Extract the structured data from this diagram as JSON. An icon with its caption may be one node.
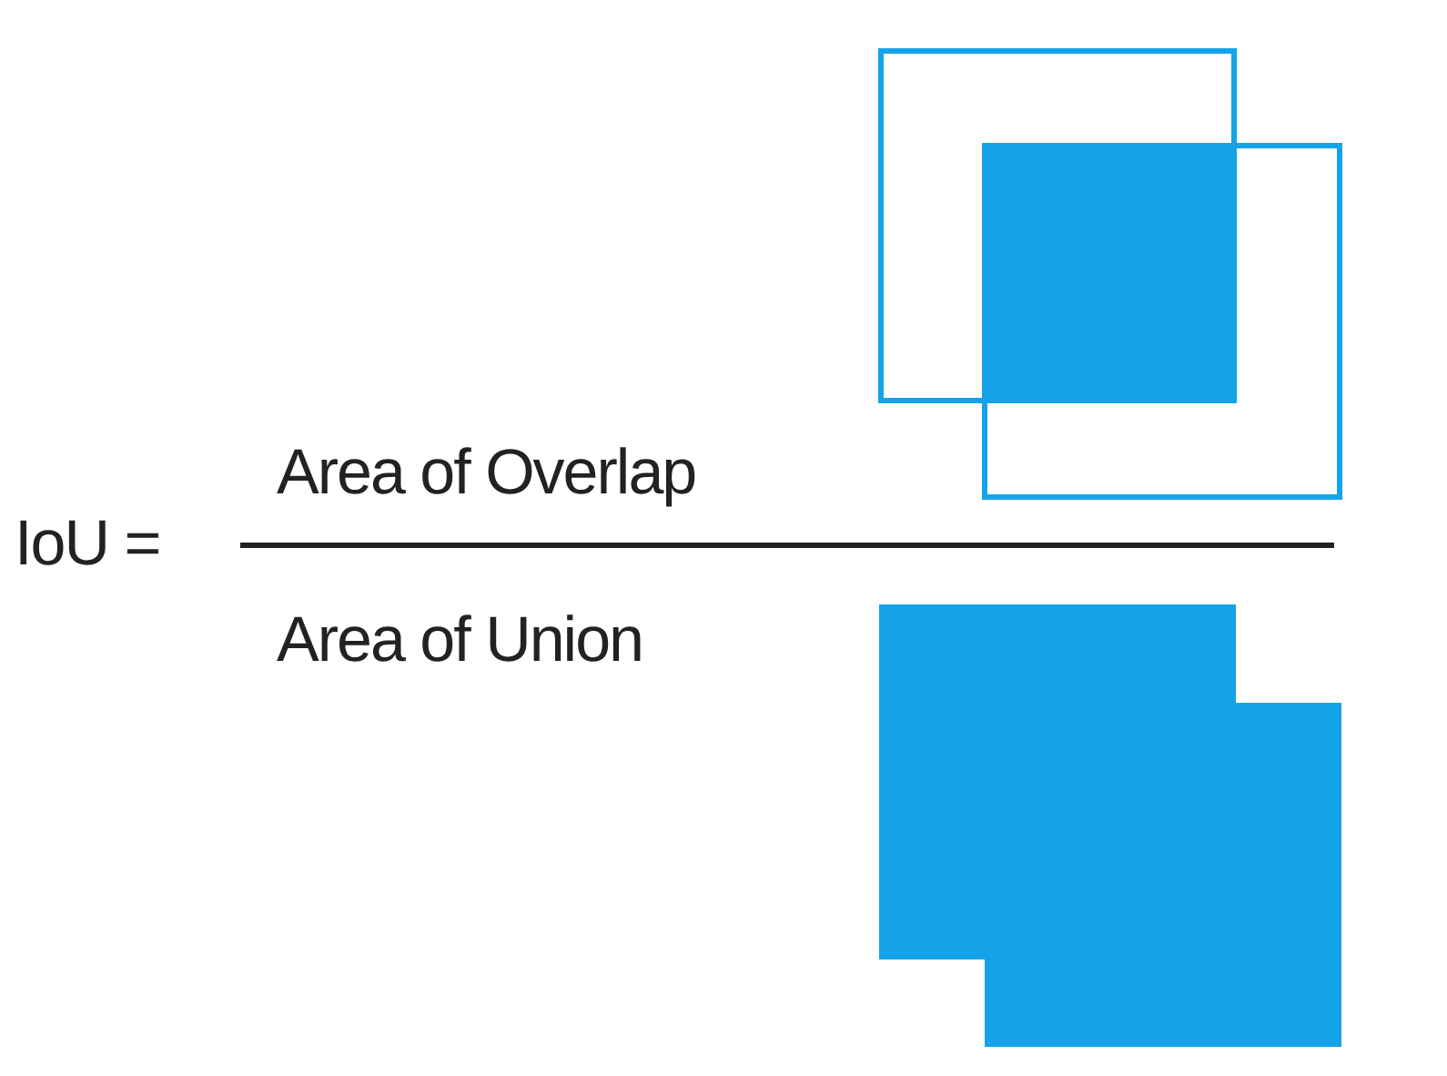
{
  "diagram": {
    "labels": [
      "IoU =",
      "Area of Overlap",
      "Area of Union"
    ]
  }
}
